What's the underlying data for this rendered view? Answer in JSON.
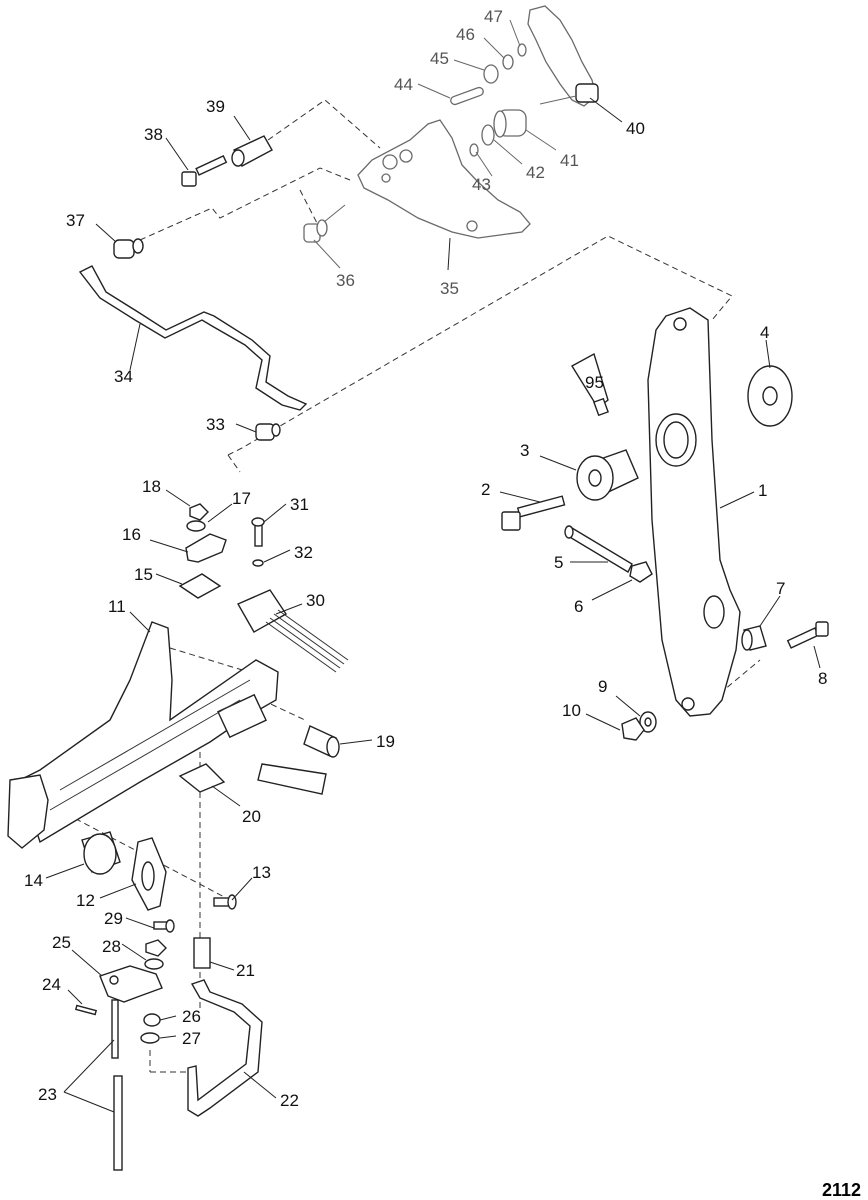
{
  "figure_code": "2112",
  "callouts": {
    "c1": "1",
    "c2": "2",
    "c3": "3",
    "c4": "4",
    "c5": "5",
    "c6": "6",
    "c7": "7",
    "c8": "8",
    "c9": "9",
    "c10": "10",
    "c11": "11",
    "c12": "12",
    "c13": "13",
    "c14": "14",
    "c15": "15",
    "c16": "16",
    "c17": "17",
    "c18": "18",
    "c19": "19",
    "c20": "20",
    "c21": "21",
    "c22": "22",
    "c23": "23",
    "c24": "24",
    "c25": "25",
    "c26": "26",
    "c27": "27",
    "c28": "28",
    "c29": "29",
    "c30": "30",
    "c31": "31",
    "c32": "32",
    "c33": "33",
    "c34": "34",
    "c35": "35",
    "c36": "36",
    "c37": "37",
    "c38": "38",
    "c39": "39",
    "c40": "40",
    "c41": "41",
    "c42": "42",
    "c43": "43",
    "c44": "44",
    "c45": "45",
    "c46": "46",
    "c47": "47"
  },
  "tube_labels": {
    "t95": "95"
  }
}
